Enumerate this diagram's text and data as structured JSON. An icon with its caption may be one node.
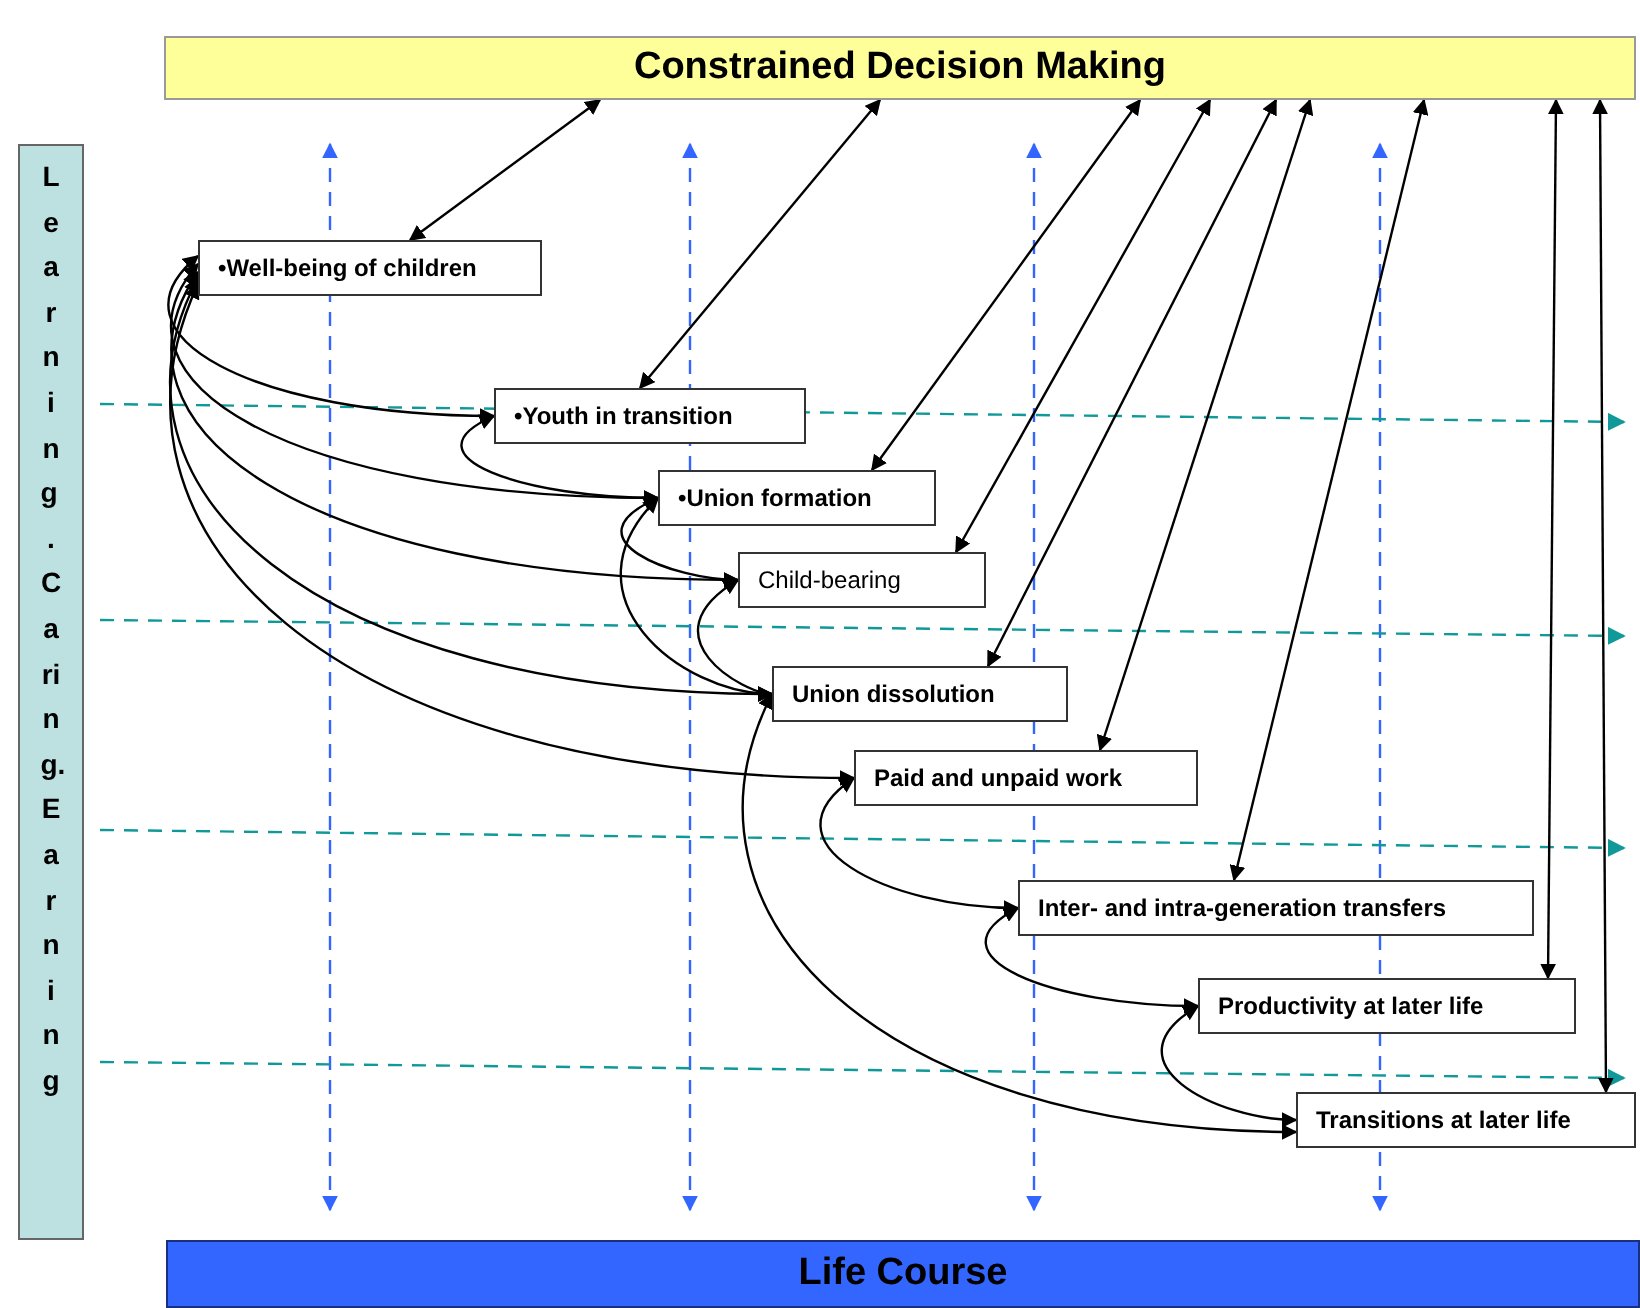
{
  "diagram": {
    "nodes": [
      {
        "text": [
          "Constrained Decision Making"
        ]
      },
      {
        "text": [
          "Life Course"
        ]
      },
      {
        "text": [
          "Learning .Caring.Earning"
        ]
      },
      {
        "text": [
          "•Well-being of children"
        ]
      },
      {
        "text": [
          "•Youth in transition"
        ]
      },
      {
        "text": [
          "•Union formation"
        ]
      },
      {
        "text": [
          "Child-bearing"
        ]
      },
      {
        "text": [
          "Union dissolution"
        ]
      },
      {
        "text": [
          "Paid and unpaid work"
        ]
      },
      {
        "text": [
          "Inter- and intra-generation transfers"
        ]
      },
      {
        "text": [
          "Productivity at later life"
        ]
      },
      {
        "text": [
          "Transitions at later life"
        ]
      }
    ],
    "edges": [
      {
        "from": 0,
        "to": 3,
        "arrow": "both"
      },
      {
        "from": 0,
        "to": 4,
        "arrow": "both"
      },
      {
        "from": 0,
        "to": 5,
        "arrow": "both"
      },
      {
        "from": 0,
        "to": 6,
        "arrow": "both"
      },
      {
        "from": 0,
        "to": 7,
        "arrow": "both"
      },
      {
        "from": 0,
        "to": 8,
        "arrow": "both"
      },
      {
        "from": 0,
        "to": 9,
        "arrow": "both"
      },
      {
        "from": 0,
        "to": 10,
        "arrow": "both"
      },
      {
        "from": 0,
        "to": 11,
        "arrow": "both"
      },
      {
        "from": 3,
        "to": 4,
        "arrow": "both"
      },
      {
        "from": 3,
        "to": 5,
        "arrow": "both"
      },
      {
        "from": 3,
        "to": 6,
        "arrow": "both"
      },
      {
        "from": 3,
        "to": 7,
        "arrow": "both"
      },
      {
        "from": 3,
        "to": 8,
        "arrow": "both"
      },
      {
        "from": 4,
        "to": 5,
        "arrow": "both"
      },
      {
        "from": 5,
        "to": 6,
        "arrow": "both"
      },
      {
        "from": 5,
        "to": 7,
        "arrow": "both"
      },
      {
        "from": 6,
        "to": 7,
        "arrow": "both"
      },
      {
        "from": 7,
        "to": 11,
        "arrow": "both"
      },
      {
        "from": 8,
        "to": 9,
        "arrow": "both"
      },
      {
        "from": 9,
        "to": 10,
        "arrow": "both"
      },
      {
        "from": 10,
        "to": 11,
        "arrow": "both"
      }
    ]
  }
}
